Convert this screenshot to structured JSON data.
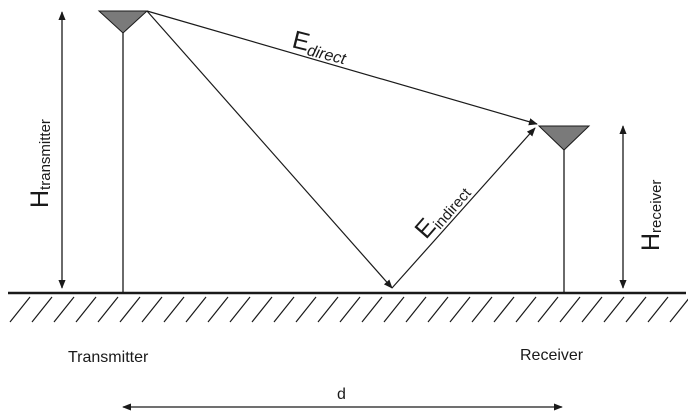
{
  "heights": {
    "transmitter_main": "H",
    "transmitter_sub": "transmitter",
    "receiver_main": "H",
    "receiver_sub": "receiver"
  },
  "rays": {
    "direct_main": "E",
    "direct_sub": "direct",
    "indirect_main": "E",
    "indirect_sub": "indirect"
  },
  "captions": {
    "transmitter": "Transmitter",
    "receiver": "Receiver",
    "distance": "d"
  },
  "colors": {
    "line": "#1a1a1a",
    "antenna": "#7a7a7a"
  }
}
